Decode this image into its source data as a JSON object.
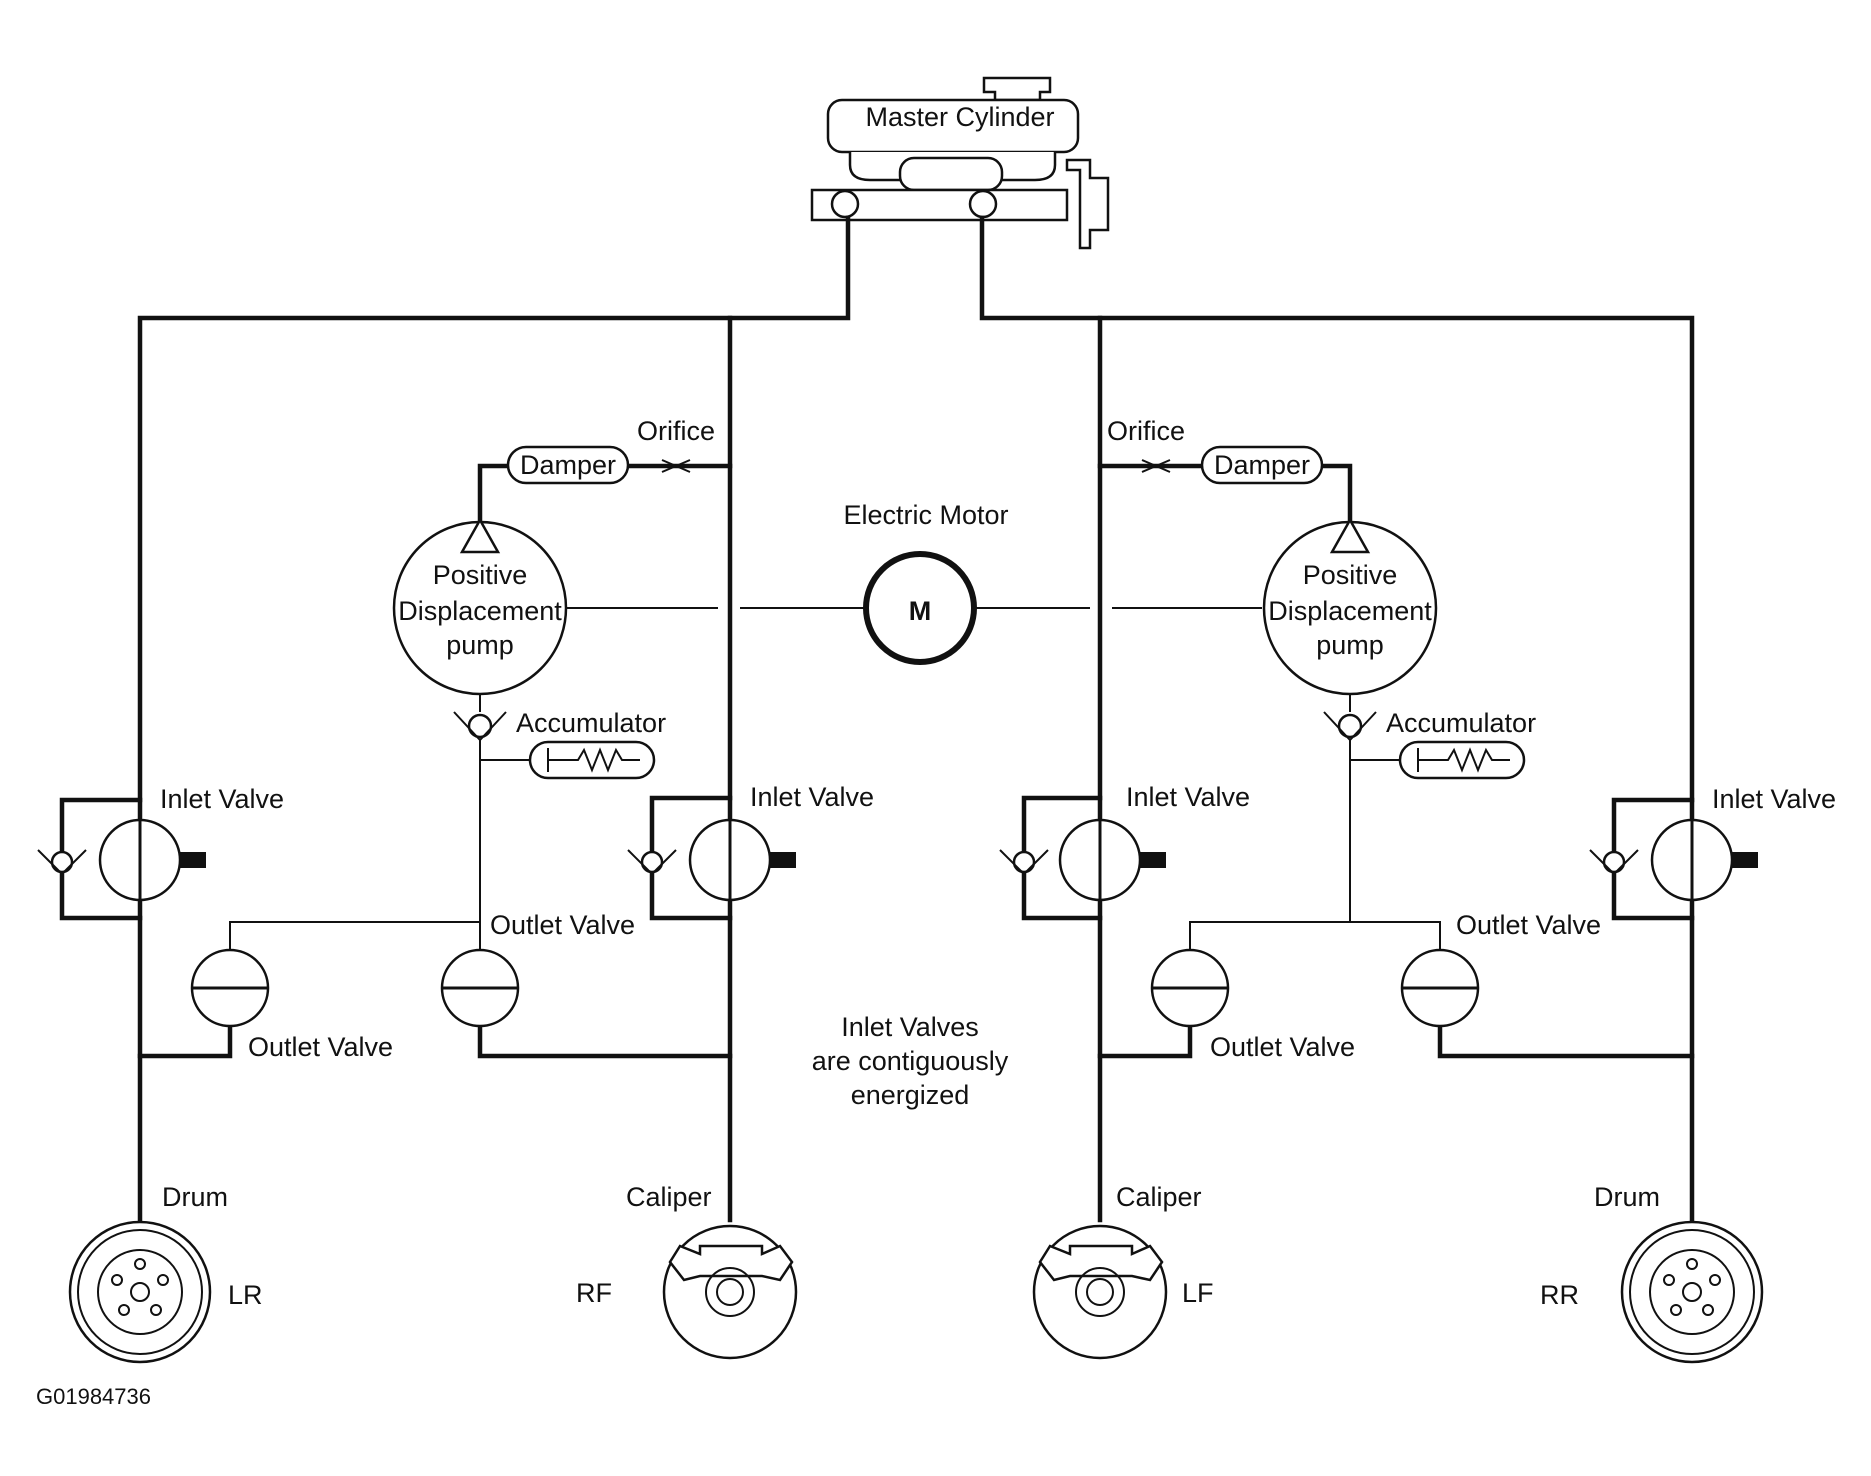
{
  "diagram": {
    "labels": {
      "master_cylinder": "Master Cylinder",
      "electric_motor": "Electric Motor",
      "motor_symbol": "M",
      "orifice_left": "Orifice",
      "orifice_right": "Orifice",
      "damper_left": "Damper",
      "damper_right": "Damper",
      "pump_left": [
        "Positive",
        "Displacement",
        "pump"
      ],
      "pump_right": [
        "Positive",
        "Displacement",
        "pump"
      ],
      "accumulator_left": "Accumulator",
      "accumulator_right": "Accumulator",
      "inlet_valve_lr": "Inlet Valve",
      "inlet_valve_rf": "Inlet Valve",
      "inlet_valve_lf": "Inlet Valve",
      "inlet_valve_rr": "Inlet Valve",
      "outlet_valve_left_top": "Outlet Valve",
      "outlet_valve_left_bottom": "Outlet Valve",
      "outlet_valve_right_top": "Outlet Valve",
      "outlet_valve_right_bottom": "Outlet Valve",
      "note": [
        "Inlet Valves",
        "are contiguously",
        "energized"
      ],
      "drum_left": "Drum",
      "drum_right": "Drum",
      "caliper_left": "Caliper",
      "caliper_right": "Caliper",
      "wheel_lr": "LR",
      "wheel_rf": "RF",
      "wheel_lf": "LF",
      "wheel_rr": "RR",
      "figure_id": "G01984736"
    }
  }
}
